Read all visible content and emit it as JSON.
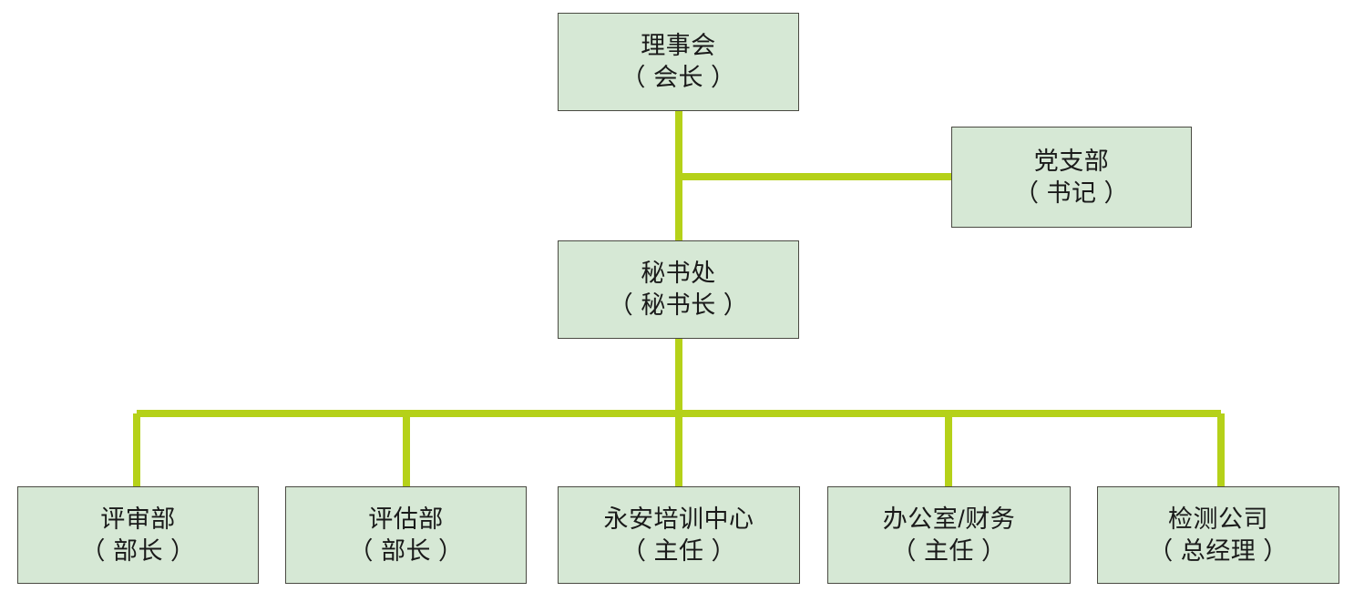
{
  "diagram": {
    "type": "organization-chart",
    "title": "",
    "colors": {
      "node_fill": "#d6e8d5",
      "node_border": "#4a4a42",
      "connector": "#b5d119",
      "background": "#ffffff",
      "text": "#1a1a1a"
    },
    "nodes": {
      "board": {
        "title": "理事会",
        "role": "（ 会长 ）"
      },
      "party": {
        "title": "党支部",
        "role": "（ 书记 ）"
      },
      "secretariat": {
        "title": "秘书处",
        "role": "（ 秘书长 ）"
      },
      "review": {
        "title": "评审部",
        "role": "（ 部长 ）"
      },
      "assessment": {
        "title": "评估部",
        "role": "（ 部长 ）"
      },
      "training": {
        "title": "永安培训中心",
        "role": "（ 主任 ）"
      },
      "office": {
        "title": "办公室/财务",
        "role": "（ 主任 ）"
      },
      "testing": {
        "title": "检测公司",
        "role": "（ 总经理 ）"
      }
    },
    "connections": [
      {
        "from": "board",
        "to": "secretariat",
        "style": "vertical"
      },
      {
        "from": "board-trunk",
        "to": "party",
        "style": "horizontal-branch"
      },
      {
        "from": "secretariat",
        "to": "review",
        "style": "elbow"
      },
      {
        "from": "secretariat",
        "to": "assessment",
        "style": "elbow"
      },
      {
        "from": "secretariat",
        "to": "training",
        "style": "vertical"
      },
      {
        "from": "secretariat",
        "to": "office",
        "style": "elbow"
      },
      {
        "from": "secretariat",
        "to": "testing",
        "style": "elbow"
      }
    ]
  }
}
